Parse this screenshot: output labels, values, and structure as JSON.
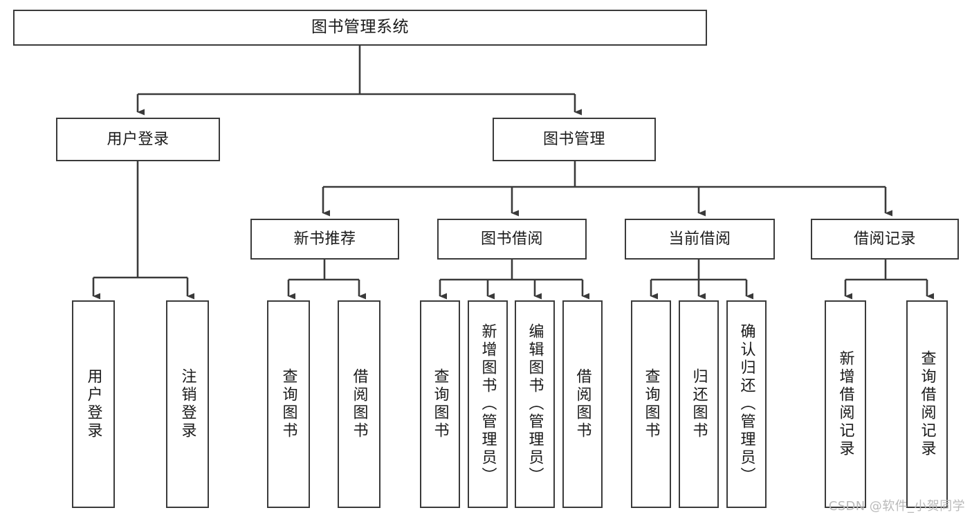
{
  "diagram": {
    "title": "图书管理系统",
    "type": "功能结构图",
    "watermark": "CSDN @软件_小贺同学",
    "colors": {
      "background": "#ffffff",
      "node_border": "#3a3a3a",
      "node_fill": "#ffffff",
      "edge": "#3a3a3a",
      "text": "#1a1a1a",
      "watermark": "#b9b9b9"
    },
    "levels": {
      "root": {
        "label": "图书管理系统"
      },
      "level2": [
        {
          "label": "用户登录"
        },
        {
          "label": "图书管理"
        }
      ],
      "level3": [
        {
          "label": "新书推荐"
        },
        {
          "label": "图书借阅"
        },
        {
          "label": "当前借阅"
        },
        {
          "label": "借阅记录"
        }
      ],
      "leaves": [
        {
          "label": "用户登录"
        },
        {
          "label": "注销登录"
        },
        {
          "label": "查询图书"
        },
        {
          "label": "借阅图书"
        },
        {
          "label": "查询图书"
        },
        {
          "label": "新增图书（管理员）"
        },
        {
          "label": "编辑图书（管理员）"
        },
        {
          "label": "借阅图书"
        },
        {
          "label": "查询图书"
        },
        {
          "label": "归还图书"
        },
        {
          "label": "确认归还（管理员）"
        },
        {
          "label": "新增借阅记录"
        },
        {
          "label": "查询借阅记录"
        }
      ]
    }
  }
}
